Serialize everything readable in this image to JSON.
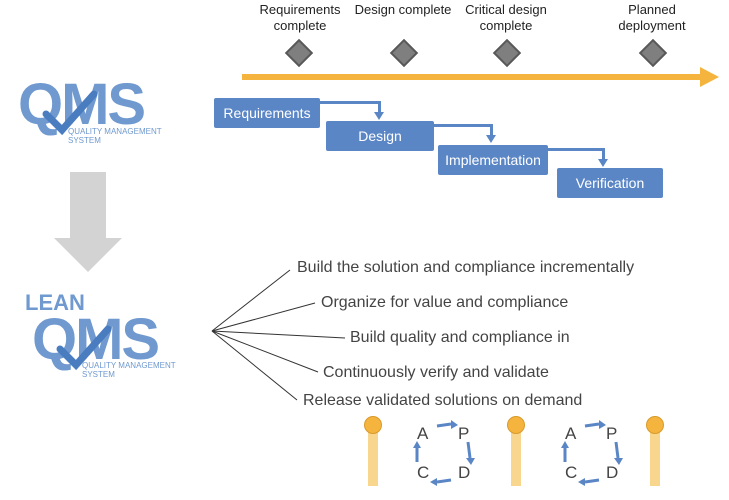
{
  "milestones": [
    {
      "label": "Requirements complete"
    },
    {
      "label": "Design complete"
    },
    {
      "label": "Critical design complete"
    },
    {
      "label": "Planned deployment"
    }
  ],
  "phases": [
    {
      "label": "Requirements"
    },
    {
      "label": "Design"
    },
    {
      "label": "Implementation"
    },
    {
      "label": "Verification"
    }
  ],
  "qms_logo": {
    "letters": "QMS",
    "subtitle": "QUALITY MANAGEMENT SYSTEM"
  },
  "lean_qms_logo": {
    "prefix": "LEAN",
    "letters": "QMS",
    "subtitle": "QUALITY MANAGEMENT SYSTEM"
  },
  "principles": [
    "Build the solution and compliance incrementally",
    "Organize for value and compliance",
    "Build quality and compliance in",
    "Continuously verify and validate",
    "Release validated solutions on demand"
  ],
  "pdca": [
    "A",
    "P",
    "C",
    "D"
  ],
  "colors": {
    "accent_blue": "#5b86c6",
    "logo_blue": "#6f99cf",
    "timeline_orange": "#f4b43e",
    "pole_yellow": "#f9d68d"
  }
}
